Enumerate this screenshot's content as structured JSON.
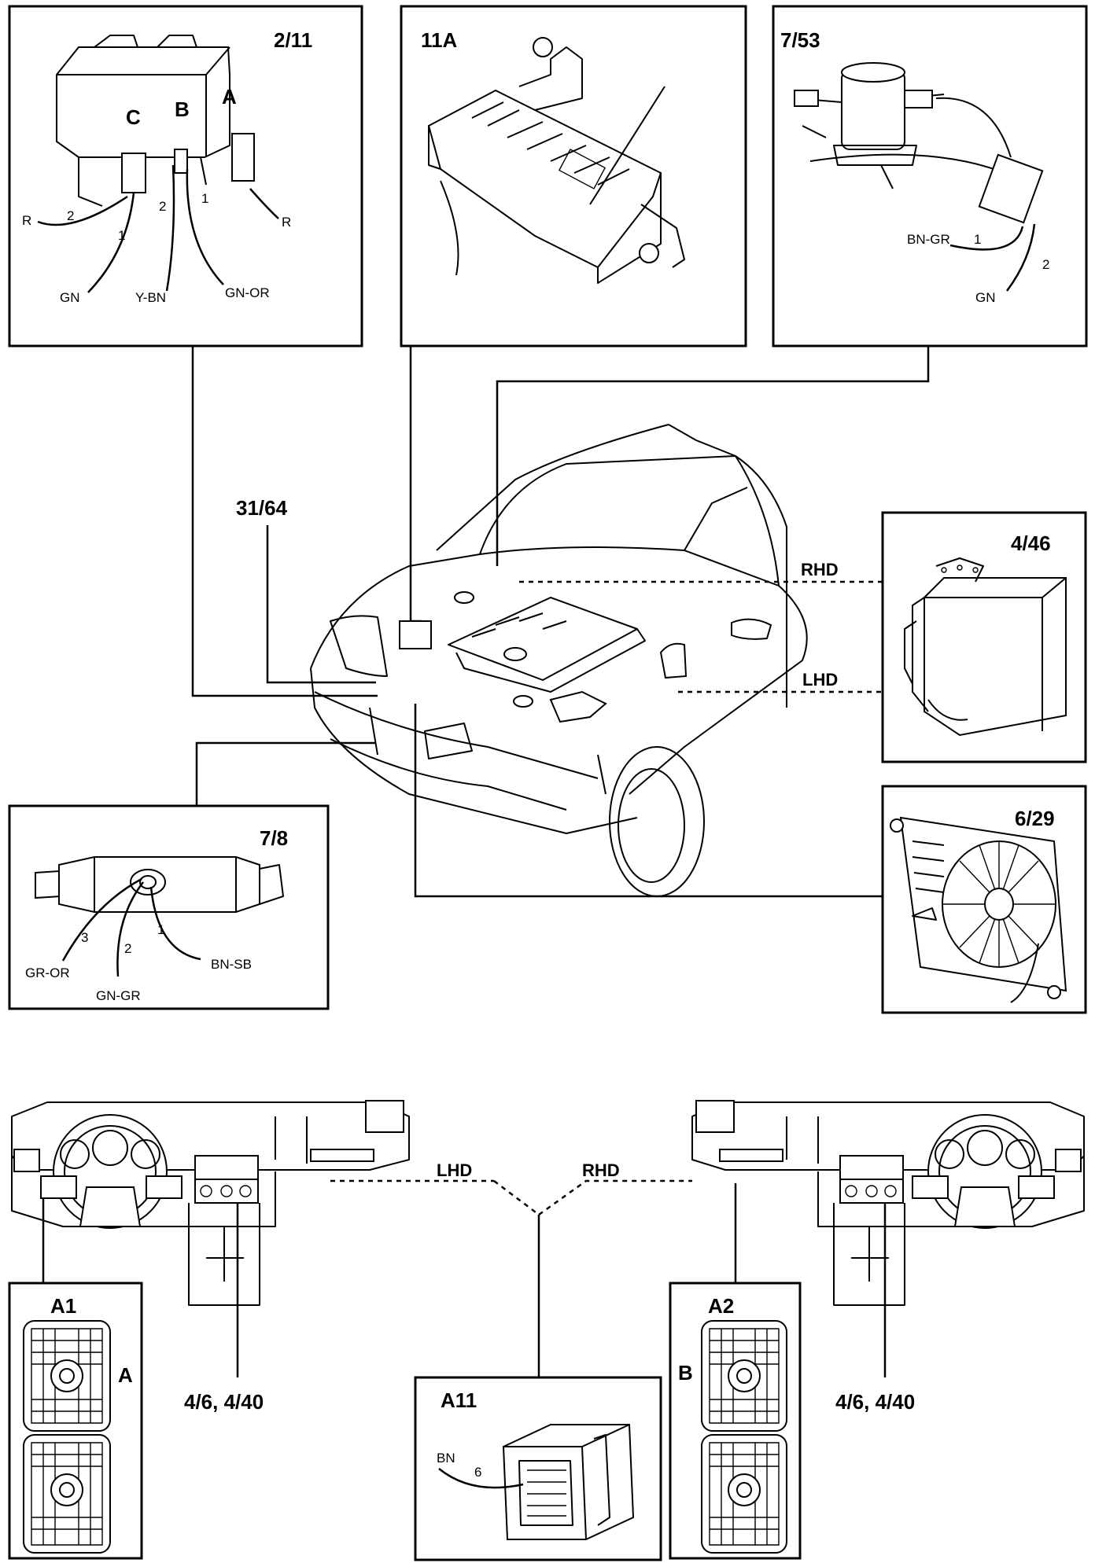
{
  "components": {
    "c2_11": {
      "code": "2/11",
      "letters": [
        "C",
        "B",
        "A"
      ],
      "pins": [
        "2",
        "1",
        "2",
        "1"
      ],
      "wires": [
        "R",
        "GN",
        "Y-BN",
        "GN-OR",
        "R"
      ]
    },
    "c11a": {
      "code": "11A"
    },
    "c7_53": {
      "code": "7/53",
      "pins": [
        "1",
        "2"
      ],
      "wires": [
        "BN-GR",
        "GN"
      ]
    },
    "c31_64": {
      "code": "31/64"
    },
    "c4_46": {
      "code": "4/46"
    },
    "c6_29": {
      "code": "6/29"
    },
    "c7_8": {
      "code": "7/8",
      "pins": [
        "3",
        "2",
        "1"
      ],
      "wires": [
        "GR-OR",
        "GN-GR",
        "BN-SB"
      ]
    },
    "a1": {
      "code": "A1",
      "side_letter": "A"
    },
    "a2": {
      "code": "A2",
      "side_letter": "B"
    },
    "a11": {
      "code": "A11",
      "pin": "6",
      "wire": "BN"
    },
    "dash_left": {
      "code": "4/6, 4/40"
    },
    "dash_right": {
      "code": "4/6, 4/40"
    }
  },
  "labels": {
    "rhd": "RHD",
    "lhd": "LHD",
    "dash_lhd": "LHD",
    "dash_rhd": "RHD"
  }
}
